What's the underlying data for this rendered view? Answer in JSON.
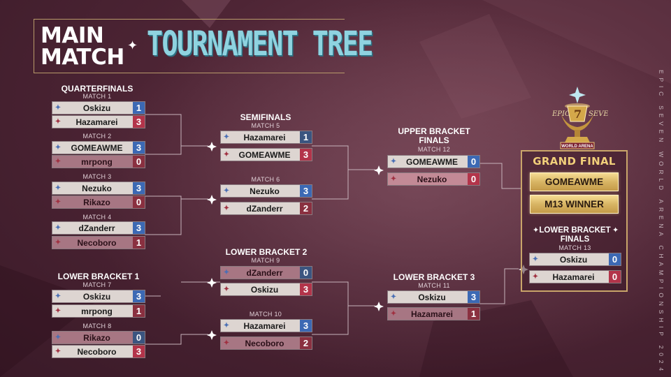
{
  "header": {
    "main": "MAIN MATCH",
    "tree": "TOURNAMENT TREE",
    "side_caption": "EPIC SEVEN WORLD ARENA CHAMPIONSHIP 2024"
  },
  "logo": {
    "top": "EPIC",
    "seven": "7",
    "tail": "SEVEN",
    "banner": "WORLD ARENA"
  },
  "colors": {
    "winner_score": "#3c69b4",
    "loser_score": "#b3344a",
    "gold": "#f1cf7a",
    "tree_title": "#8fd3e0"
  },
  "stages": {
    "quarterfinals": "QUARTERFINALS",
    "semifinals": "SEMIFINALS",
    "upper_finals": "UPPER BRACKET FINALS",
    "lower1": "LOWER BRACKET 1",
    "lower2": "LOWER BRACKET 2",
    "lower3": "LOWER BRACKET 3",
    "grand_final": "GRAND FINAL",
    "lower_finals": "LOWER BRACKET FINALS"
  },
  "matches": {
    "m1": {
      "label": "MATCH 1",
      "p1": "Oskizu",
      "s1": "1",
      "p2": "Hazamarei",
      "s2": "3"
    },
    "m2": {
      "label": "MATCH 2",
      "p1": "GOMEAWME",
      "s1": "3",
      "p2": "mrpong",
      "s2": "0"
    },
    "m3": {
      "label": "MATCH 3",
      "p1": "Nezuko",
      "s1": "3",
      "p2": "Rikazo",
      "s2": "0"
    },
    "m4": {
      "label": "MATCH 4",
      "p1": "dZanderr",
      "s1": "3",
      "p2": "Necoboro",
      "s2": "1"
    },
    "m5": {
      "label": "MATCH 5",
      "p1": "Hazamarei",
      "s1": "1",
      "p2": "GOMEAWME",
      "s2": "3"
    },
    "m6": {
      "label": "MATCH 6",
      "p1": "Nezuko",
      "s1": "3",
      "p2": "dZanderr",
      "s2": "2"
    },
    "m7": {
      "label": "MATCH 7",
      "p1": "Oskizu",
      "s1": "3",
      "p2": "mrpong",
      "s2": "1"
    },
    "m8": {
      "label": "MATCH 8",
      "p1": "Rikazo",
      "s1": "0",
      "p2": "Necoboro",
      "s2": "3"
    },
    "m9": {
      "label": "MATCH 9",
      "p1": "dZanderr",
      "s1": "0",
      "p2": "Oskizu",
      "s2": "3"
    },
    "m10": {
      "label": "MATCH 10",
      "p1": "Hazamarei",
      "s1": "3",
      "p2": "Necoboro",
      "s2": "2"
    },
    "m11": {
      "label": "MATCH 11",
      "p1": "Oskizu",
      "s1": "3",
      "p2": "Hazamarei",
      "s2": "1"
    },
    "m12": {
      "label": "MATCH 12",
      "p1": "GOMEAWME",
      "s1": "0",
      "p2": "Nezuko",
      "s2": "0"
    },
    "m13": {
      "label": "MATCH 13",
      "p1": "Oskizu",
      "s1": "0",
      "p2": "Hazamarei",
      "s2": "0"
    }
  },
  "grand_final": {
    "p1": "GOMEAWME",
    "p2": "M13 WINNER"
  }
}
